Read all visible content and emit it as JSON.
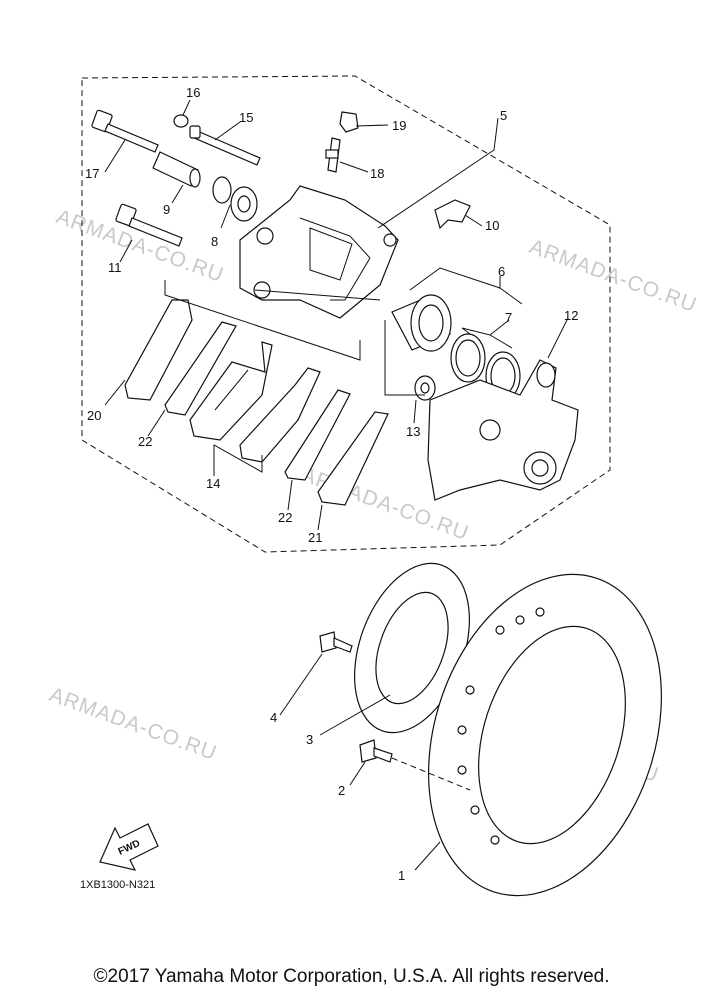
{
  "watermark": "ARMADA-CO.RU",
  "callouts": [
    "1",
    "2",
    "3",
    "4",
    "5",
    "6",
    "7",
    "8",
    "9",
    "10",
    "11",
    "12",
    "13",
    "14",
    "15",
    "16",
    "17",
    "18",
    "19",
    "20",
    "21",
    "22",
    "22"
  ],
  "fwd_label": "FWD",
  "diagram_code": "1XB1300-N321",
  "copyright": "©2017 Yamaha Motor Corporation, U.S.A. All rights reserved."
}
